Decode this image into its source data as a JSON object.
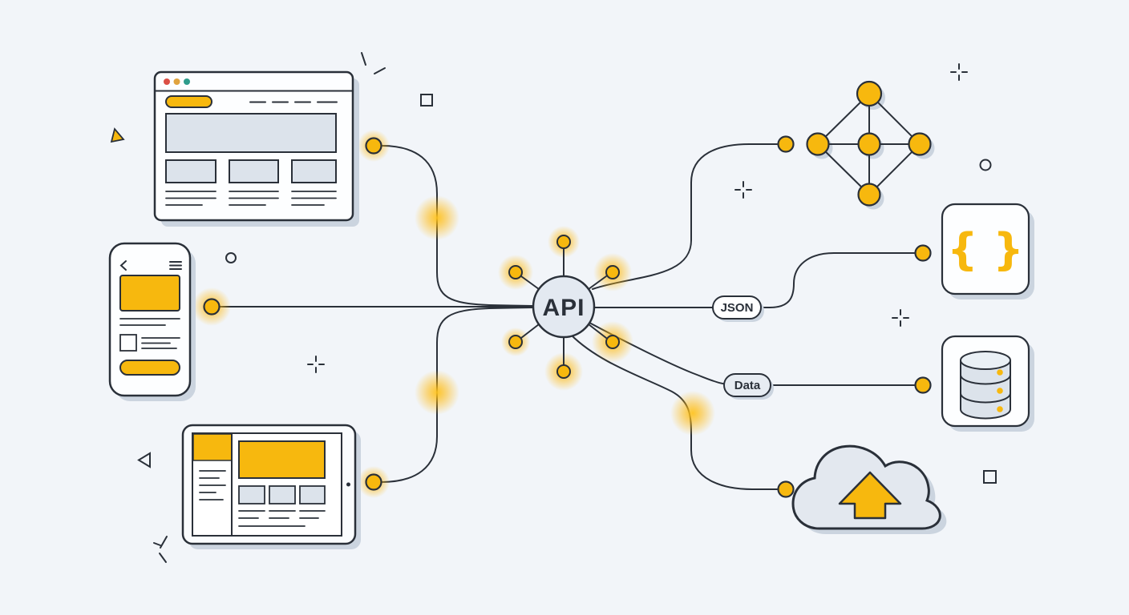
{
  "illustration": {
    "name": "api-integration-diagram",
    "hub": {
      "label": "API"
    },
    "pills": {
      "json": "JSON",
      "data": "Data"
    },
    "code_panel": {
      "glyph": "{ }"
    },
    "colors": {
      "background": "#F2F5F9",
      "accent_yellow": "#F7B80E",
      "outline_dark": "#2A3039",
      "panel_white": "#FDFEFF",
      "muted_gray": "#DCE3EB",
      "shadow": "#CBD4DF",
      "traffic_red": "#DB4F44",
      "traffic_amber": "#E0A33E",
      "traffic_teal": "#2E9C8B"
    },
    "icons": [
      "browser-window-icon",
      "smartphone-icon",
      "tablet-icon",
      "api-hub-icon",
      "network-graph-icon",
      "code-braces-icon",
      "database-icon",
      "cloud-upload-icon"
    ]
  }
}
